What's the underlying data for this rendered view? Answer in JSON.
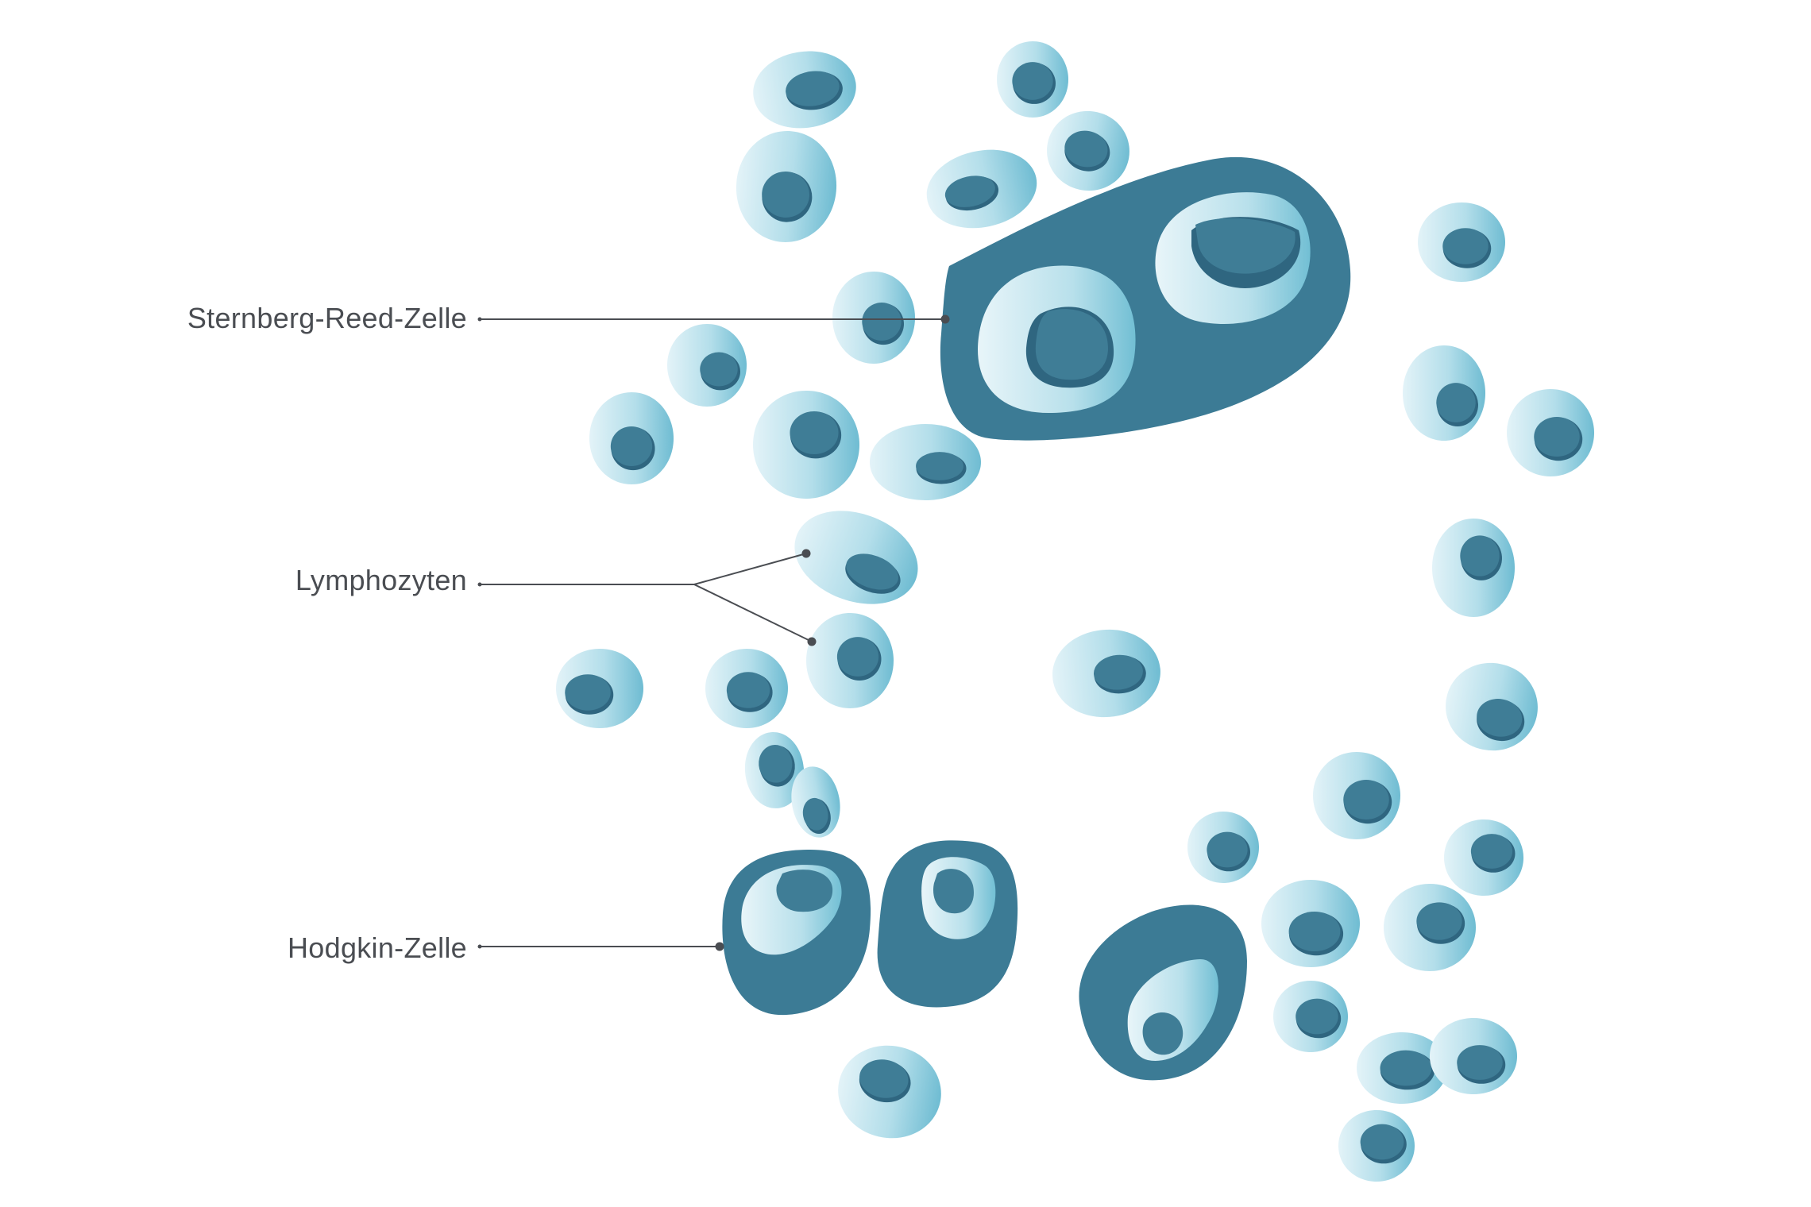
{
  "labels": {
    "sternberg": "Sternberg-Reed-Zelle",
    "lymphozyten": "Lymphozyten",
    "hodgkin": "Hodgkin-Zelle"
  },
  "colors": {
    "background": "#ffffff",
    "lymphocyte_body_light": "#dff1f6",
    "lymphocyte_body_dark": "#7cc4d8",
    "nucleus": "#3f7d96",
    "nucleus_shadow": "#2f6680",
    "malignant_body": "#3c7b95",
    "malignant_inner_light": "#dff1f6",
    "malignant_inner_dark": "#7cc4d8",
    "label_text": "#4a4d52"
  }
}
